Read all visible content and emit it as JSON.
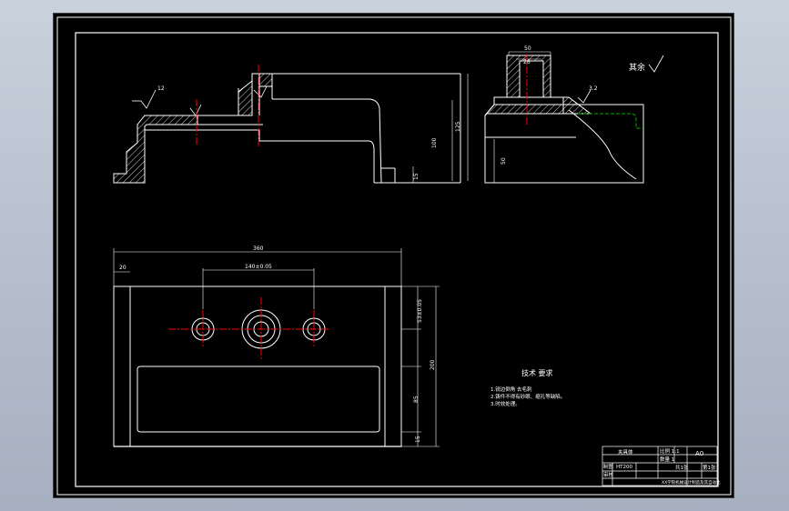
{
  "colors": {
    "background": "#000000",
    "frame": "#ffffff",
    "centerline": "#ff0000",
    "hidden_line": "#00b000",
    "hatch": "#ffffff",
    "window_gradient_top": "#c9d1dc",
    "window_gradient_bottom": "#a7b0c0"
  },
  "dimensions": {
    "front": {
      "width_50": "50",
      "gap_26": "26",
      "height_100": "100",
      "height_125": "125",
      "bottom_15": "15",
      "roughness_12": "12",
      "roughness_3_2": "3.2"
    },
    "side": {
      "width_50": "50",
      "height_50": "50",
      "roughness_3_2": "3.2",
      "remaining_label": "其余"
    },
    "plan": {
      "length_360": "360",
      "offset_20": "20",
      "spacing_140": "140±0.05",
      "vertical_53": "53±0.05",
      "depth_85": "85",
      "width_200": "200",
      "bottom_15": "15"
    }
  },
  "technical_requirements": {
    "title": "技术  要求",
    "items": [
      "1.锐边倒角 去毛刺",
      "2.铸件不得有砂眼、缩孔等缺陷。",
      "3.时效处理。"
    ]
  },
  "title_block": {
    "drawing_name": "夹具体",
    "material": "HT200",
    "scale_label": "比例 1:1",
    "quantity_label": "数量 1",
    "sheet_size": "A0",
    "drawn_label": "制图",
    "checked_label": "审核",
    "weight_label": "共1张",
    "sheet_label": "第1张",
    "school": "XX学院机械设计制造及其自动化"
  }
}
